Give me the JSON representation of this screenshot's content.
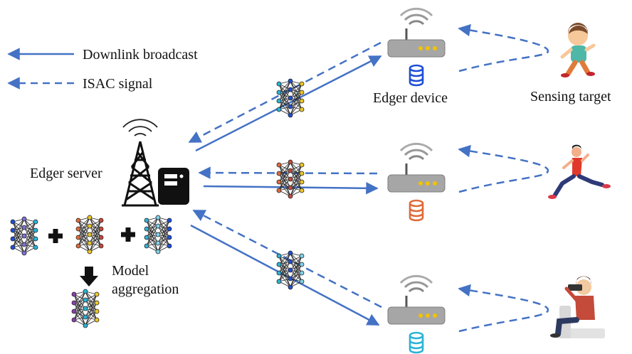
{
  "legend": {
    "solid_label": "Downlink broadcast",
    "dashed_label": "ISAC signal"
  },
  "labels": {
    "server": "Edger server",
    "device": "Edger device",
    "target": "Sensing target",
    "aggregation_line1": "Model",
    "aggregation_line2": "aggregation"
  },
  "colors": {
    "link": "#4472c4",
    "device_blue": "#1f4fd6",
    "device_orange": "#e06a3a",
    "device_cyan": "#2bb3d6",
    "router_body": "#a6a6a6",
    "led": "#f2c200"
  },
  "icons": [
    "tower-icon",
    "server-computer-icon",
    "router-icon",
    "database-icon",
    "neural-network-icon",
    "plus-icon",
    "down-arrow-icon",
    "person-walking-icon",
    "person-running-icon",
    "person-seated-vr-icon"
  ]
}
